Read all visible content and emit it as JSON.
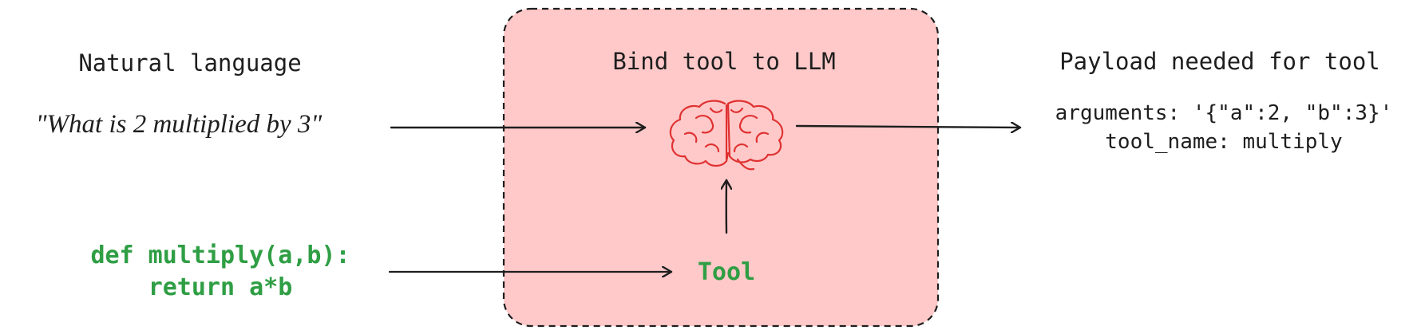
{
  "input": {
    "heading": "Natural language",
    "query": "\"What is 2 multiplied by 3\"",
    "code_line_1": "def multiply(a,b):",
    "code_line_2": "return a*b"
  },
  "bind_box": {
    "title": "Bind tool to LLM",
    "brain_icon": "brain-icon",
    "tool_label": "Tool"
  },
  "output": {
    "heading": "Payload needed for tool",
    "arguments_line": "arguments: '{\"a\":2, \"b\":3}'",
    "tool_name_line": "tool_name: multiply"
  },
  "colors": {
    "box_fill": "#ffc9c9",
    "box_stroke": "#1e1e1e",
    "code_green": "#2f9e44",
    "brain_red": "#e03131",
    "ink": "#1e1e1e"
  }
}
